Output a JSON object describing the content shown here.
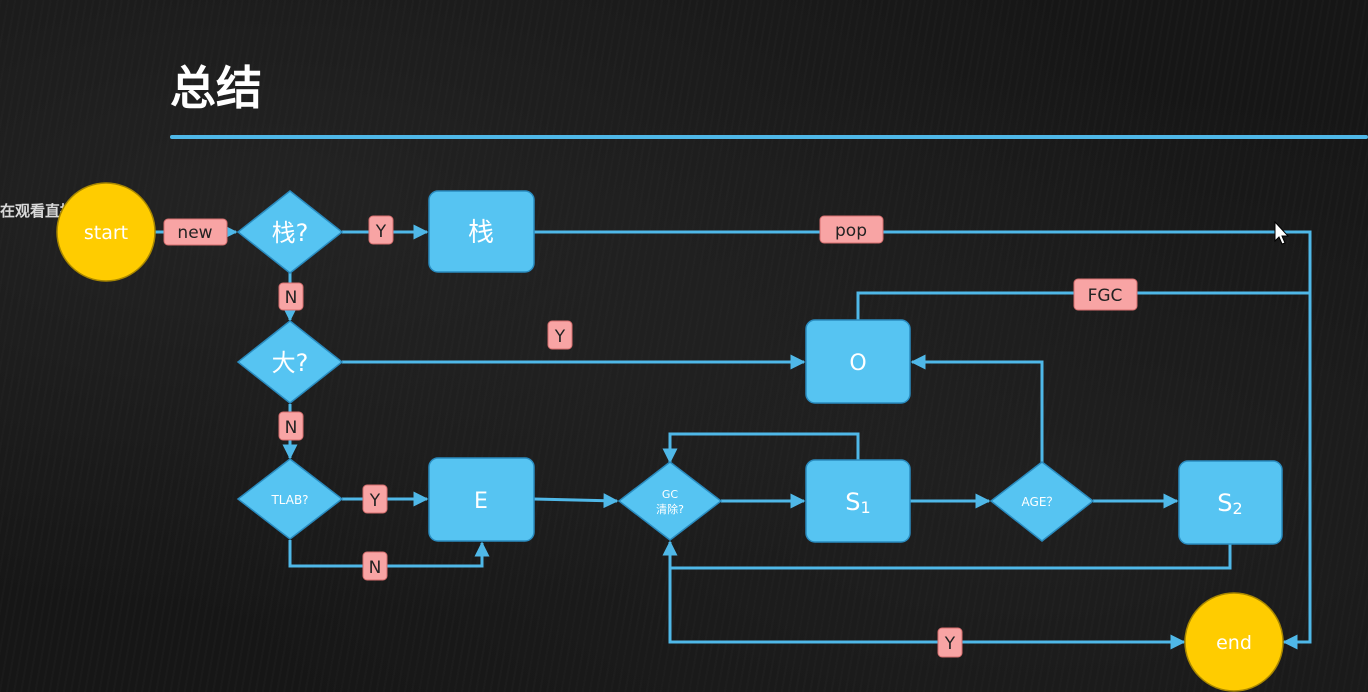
{
  "slide": {
    "title": "总结",
    "watermark": "在观看直播"
  },
  "nodes": {
    "start": "start",
    "stack_q": "栈?",
    "stack": "栈",
    "big_q": "大?",
    "old": "O",
    "tlab_q": "TLAB?",
    "eden": "E",
    "gc_q_line1": "GC",
    "gc_q_line2": "清除?",
    "s1_main": "S",
    "s1_sub": "1",
    "age_q": "AGE？",
    "s2_main": "S",
    "s2_sub": "2",
    "end": "end"
  },
  "edge_labels": {
    "new": "new",
    "stack_yes": "Y",
    "pop": "pop",
    "stack_no": "N",
    "fgc": "FGC",
    "big_yes": "Y",
    "big_no": "N",
    "tlab_yes": "Y",
    "tlab_no": "N",
    "gc_yes": "Y"
  },
  "colors": {
    "node": "#56c4f2",
    "terminal": "#ffcc00",
    "label": "#f8a4a4",
    "connector": "#4fb8e8"
  }
}
